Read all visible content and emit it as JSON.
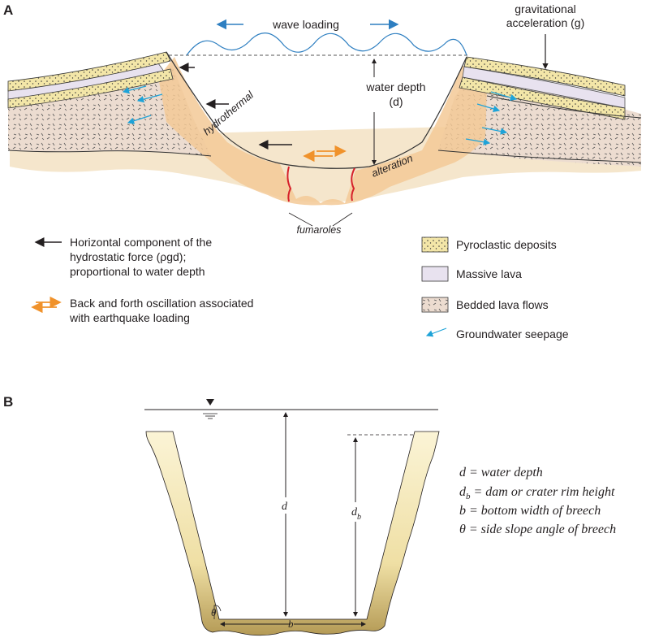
{
  "panel_a": {
    "letter": "A",
    "wave_loading": "wave loading",
    "gravitational_acceleration": [
      "gravitational",
      "acceleration (g)"
    ],
    "water_depth": [
      "water depth",
      "(d)"
    ],
    "hydrothermal": "hydrothermal",
    "alteration": "alteration",
    "fumaroles": "fumaroles",
    "legend_left": [
      {
        "icon": "black-arrow-icon",
        "lines": [
          "Horizontal component of the",
          "hydrostatic force (ρgd);",
          "proportional to water depth"
        ]
      },
      {
        "icon": "orange-double-arrow-icon",
        "lines": [
          "Back and forth oscillation associated",
          "with earthquake loading"
        ]
      }
    ],
    "legend_right": [
      {
        "icon": "pyroclastic-swatch-icon",
        "label": "Pyroclastic deposits"
      },
      {
        "icon": "massive-lava-swatch-icon",
        "label": "Massive lava"
      },
      {
        "icon": "bedded-lava-swatch-icon",
        "label": "Bedded lava flows"
      },
      {
        "icon": "groundwater-arrow-icon",
        "label": "Groundwater seepage"
      }
    ],
    "colors": {
      "wave": "#2e7fc1",
      "water_line": "#555555",
      "pyroclastic": "#f3e6a8",
      "massive_lava": "#e8e2ef",
      "bedded_lava": "#ecdcd0",
      "alteration": "#f3c996",
      "ground": "#f5e6cc",
      "fumarole": "#d6202a",
      "groundwater": "#1ea3d8",
      "oscillation": "#f0922b"
    }
  },
  "panel_b": {
    "letter": "B",
    "d": "d",
    "db_main": "d",
    "db_sub": "b",
    "b": "b",
    "theta": "θ",
    "definitions": [
      {
        "sym": "d",
        "sub": "",
        "text": " = water depth"
      },
      {
        "sym": "d",
        "sub": "b",
        "text": " = dam or crater rim height"
      },
      {
        "sym": "b",
        "sub": "",
        "text": " = bottom width of breech"
      },
      {
        "sym": "θ",
        "sub": "",
        "text": " = side slope angle of breech"
      }
    ],
    "colors": {
      "dam_top": "#f8f0cc",
      "dam_bottom": "#b49a55"
    }
  }
}
